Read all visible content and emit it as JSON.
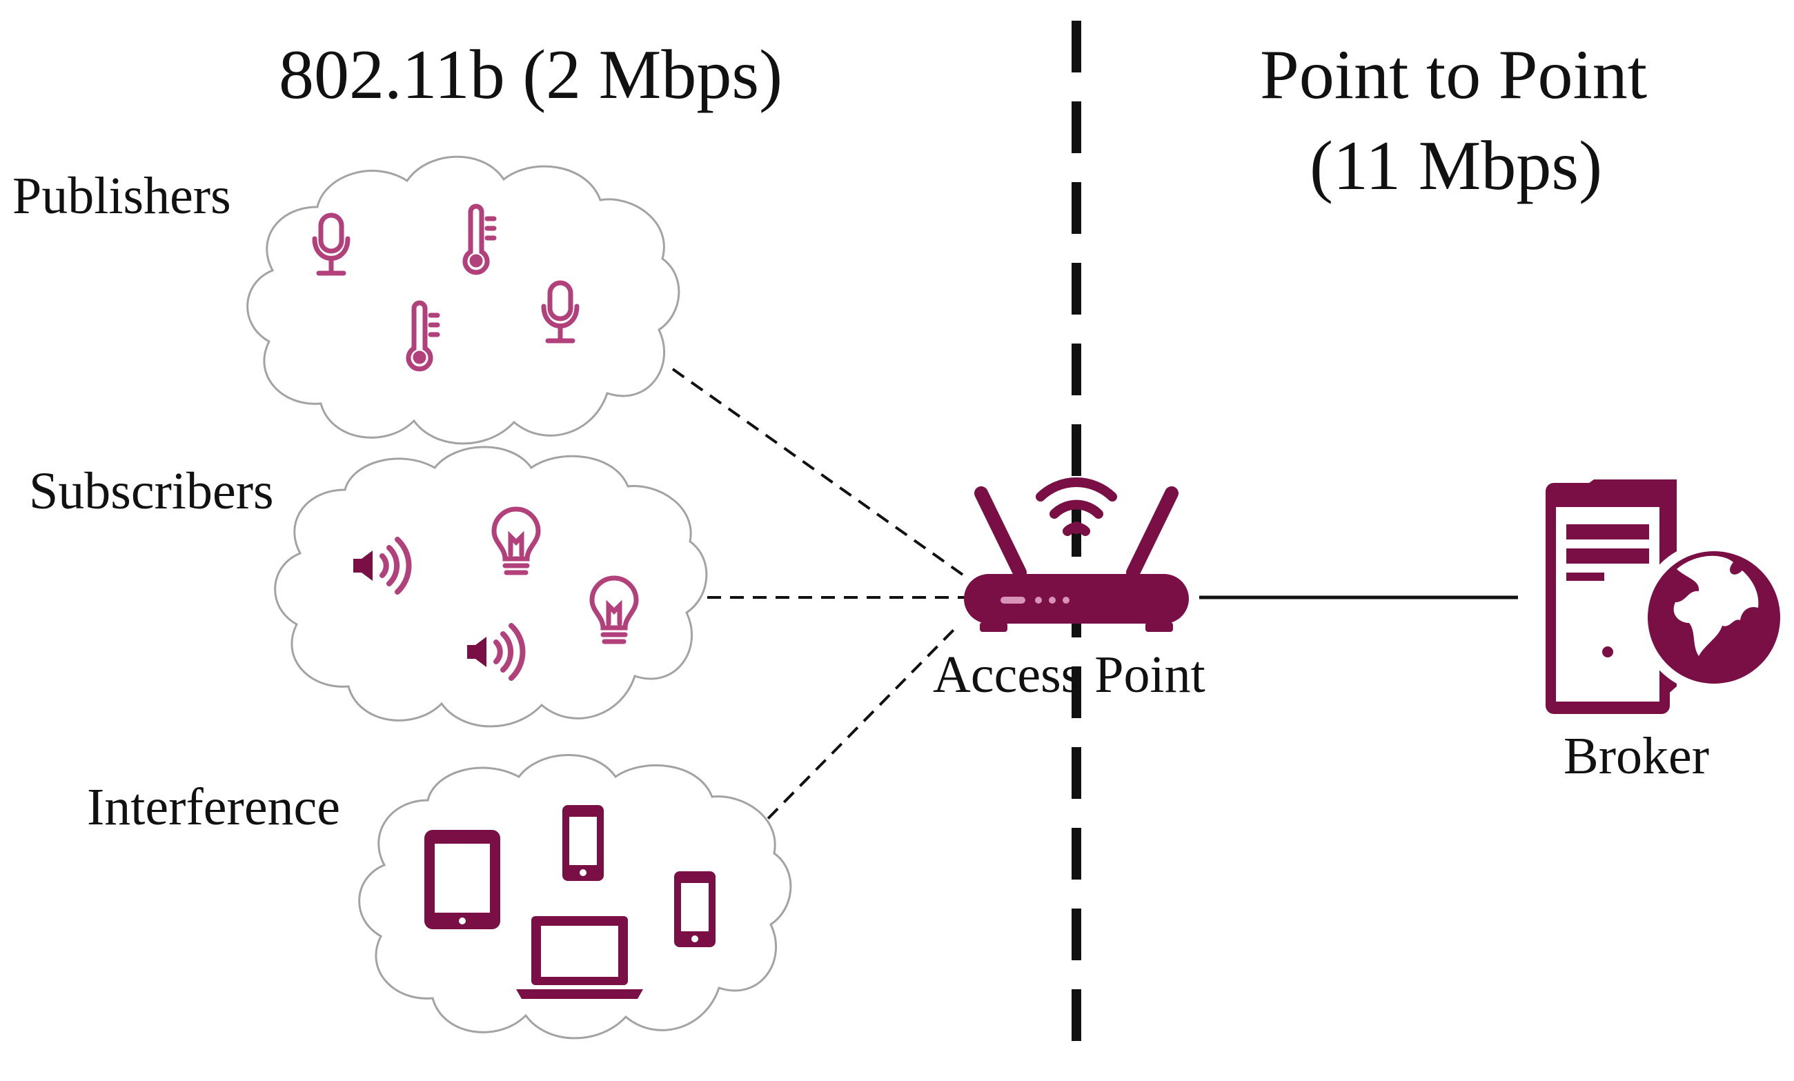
{
  "titles": {
    "left": "802.11b (2 Mbps)",
    "right_line1": "Point to Point",
    "right_line2": "(11 Mbps)"
  },
  "groups": {
    "publishers": {
      "label": "Publishers",
      "icons": [
        "microphone-icon",
        "thermometer-icon",
        "thermometer-icon",
        "microphone-icon"
      ]
    },
    "subscribers": {
      "label": "Subscribers",
      "icons": [
        "speaker-icon",
        "light-bulb-icon",
        "speaker-icon",
        "light-bulb-icon"
      ]
    },
    "interference": {
      "label": "Interference",
      "icons": [
        "tablet-icon",
        "smartphone-icon",
        "laptop-icon",
        "smartphone-icon"
      ]
    }
  },
  "nodes": {
    "access_point": {
      "label": "Access Point",
      "icon": "wifi-router-icon"
    },
    "broker": {
      "label": "Broker",
      "icon": "web-server-icon"
    }
  },
  "colors": {
    "accent": "#7a0f45",
    "accent_light": "#c0508a",
    "cloud_stroke": "#9a9a9a",
    "line": "#111111"
  }
}
